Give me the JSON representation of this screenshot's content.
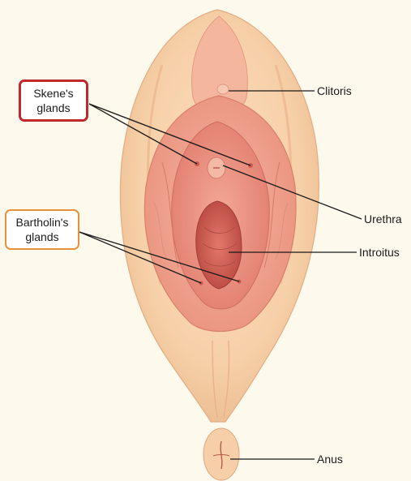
{
  "labels": {
    "clitoris": "Clitoris",
    "urethra": "Urethra",
    "introitus": "Introitus",
    "anus": "Anus"
  },
  "callouts": {
    "skenes": {
      "line1": "Skene's",
      "line2": "glands",
      "border_color": "#c0282d"
    },
    "bartholins": {
      "line1": "Bartholin's",
      "line2": "glands",
      "border_color": "#e8913a"
    }
  },
  "colors": {
    "background": "#fdf9ec",
    "outer_skin": "#f7cfa6",
    "labia": "#f0a58f",
    "inner": "#e8897a",
    "opening": "#c9584d",
    "leader_line": "#1a1a1a"
  }
}
